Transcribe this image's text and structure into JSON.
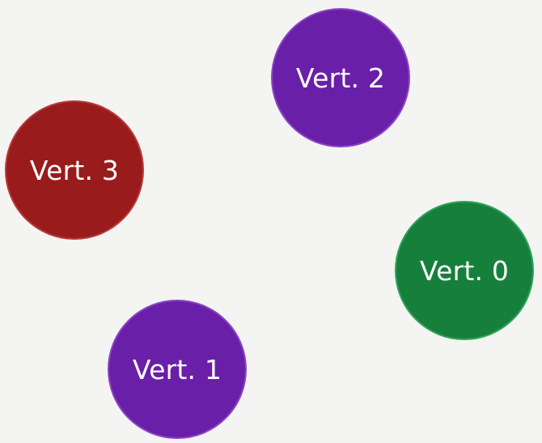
{
  "colors": {
    "background": "#f4f4f2",
    "purple": {
      "fill": "#6a1fa8",
      "stroke": "#8b45c4"
    },
    "red": {
      "fill": "#991b1b",
      "stroke": "#b83a3a"
    },
    "green": {
      "fill": "#177f3c",
      "stroke": "#2ea35a"
    }
  },
  "vertices": [
    {
      "id": "v0",
      "label": "Vert. 0",
      "color": "green"
    },
    {
      "id": "v1",
      "label": "Vert. 1",
      "color": "purple"
    },
    {
      "id": "v2",
      "label": "Vert. 2",
      "color": "purple"
    },
    {
      "id": "v3",
      "label": "Vert. 3",
      "color": "red"
    }
  ]
}
